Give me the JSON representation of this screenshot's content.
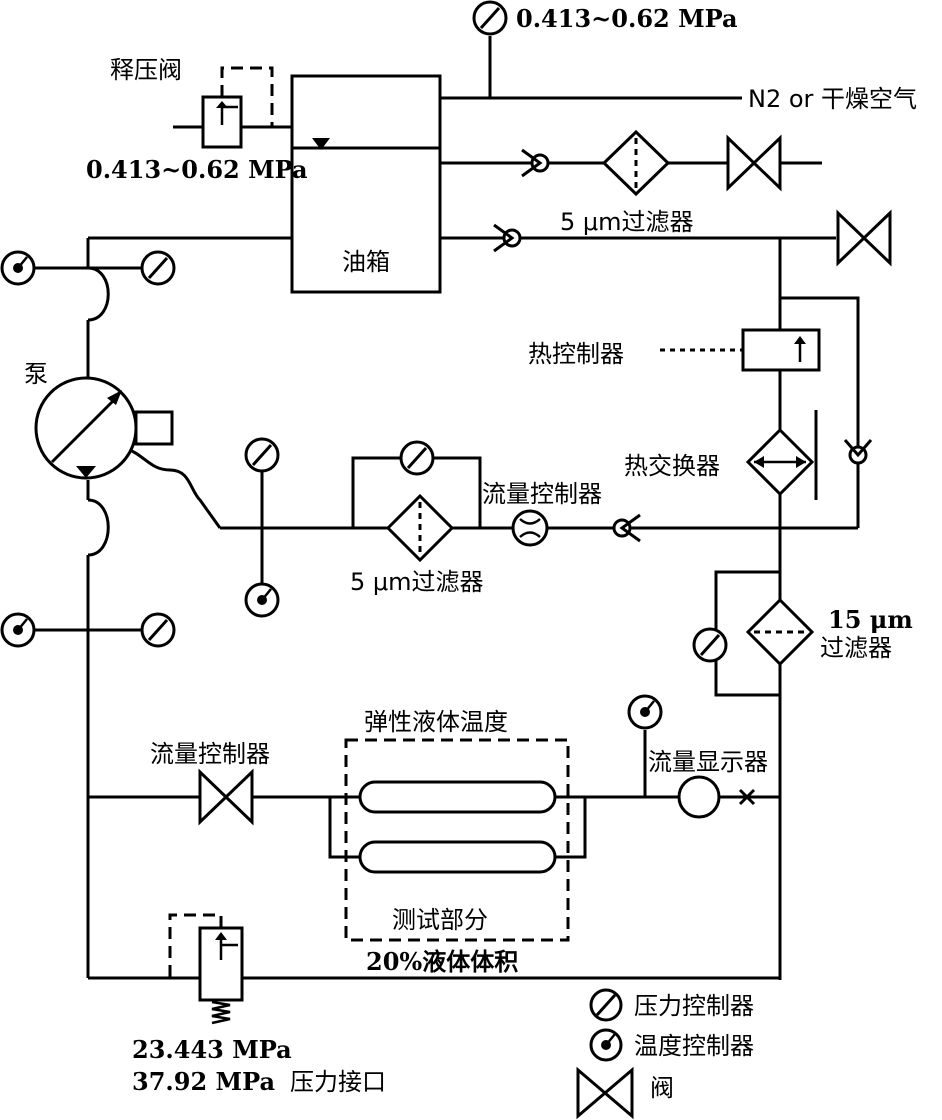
{
  "labels": {
    "top_pressure": "0.413~0.62 MPa",
    "n2_source": "N2 or 干燥空气",
    "relief_valve": "释压阀",
    "relief_pressure": "0.413~0.62 MPa",
    "oil_tank": "油箱",
    "filter_5um_top": "5 μm过滤器",
    "pump": "泵",
    "thermal_controller": "热控制器",
    "heat_exchanger": "热交换器",
    "flow_controller_mid": "流量控制器",
    "filter_5um_mid": "5 μm过滤器",
    "filter_15um_line1": "15 μm",
    "filter_15um_line2": "过滤器",
    "elastic_fluid_temp": "弹性液体温度",
    "flow_controller_left": "流量控制器",
    "flow_display": "流量显示器",
    "test_section": "测试部分",
    "fluid_volume": "20%液体体积",
    "pressure_1": "23.443 MPa",
    "pressure_2": "37.92 MPa",
    "pressure_port": "压力接口"
  },
  "legend": {
    "pressure_controller": "压力控制器",
    "temperature_controller": "温度控制器",
    "valve": "阀"
  }
}
